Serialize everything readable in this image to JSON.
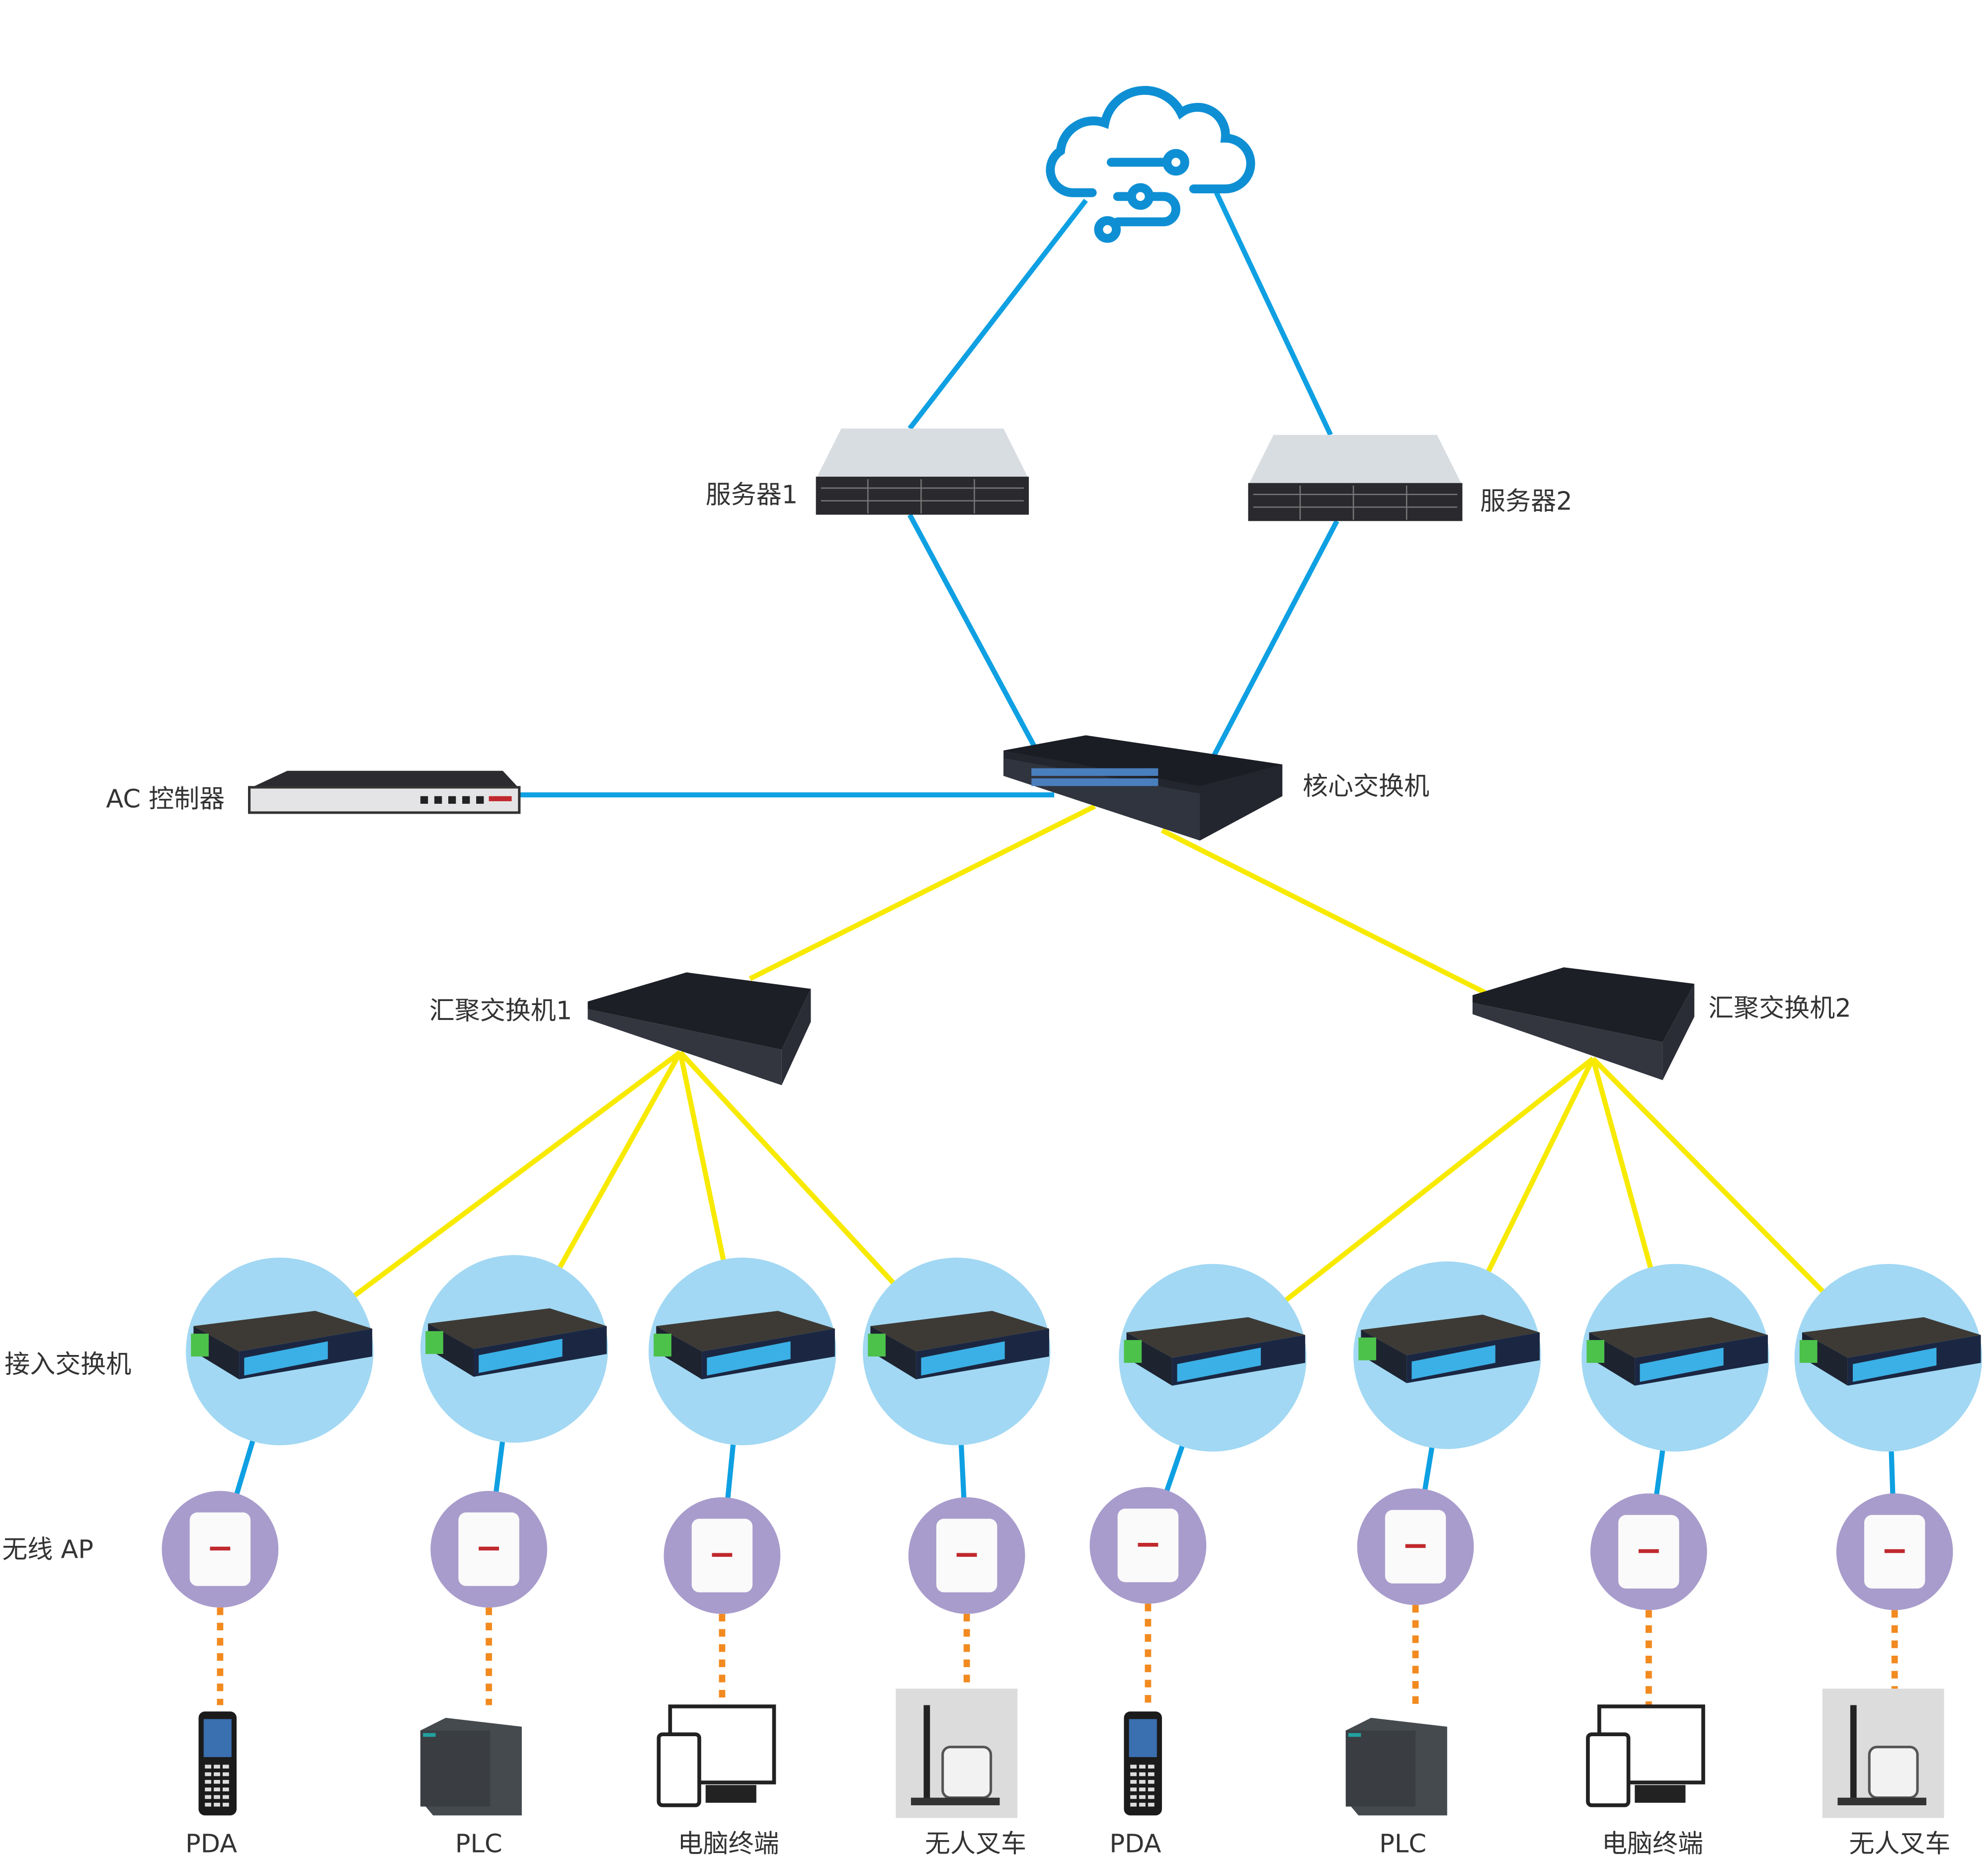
{
  "colors": {
    "uplink": "#0ea0e2",
    "aggregation_link": "#f7ea00",
    "wireless_link": "#f28a1f",
    "access_circle": "#a2d8f3",
    "ap_circle": "#a89ccc"
  },
  "cloud": {
    "icon": "cloud-network-icon"
  },
  "servers": [
    {
      "label": "服务器1"
    },
    {
      "label": "服务器2"
    }
  ],
  "core_switch": {
    "label": "核心交换机"
  },
  "ac_controller": {
    "label": "AC 控制器"
  },
  "aggregation_switches": [
    {
      "label": "汇聚交换机1"
    },
    {
      "label": "汇聚交换机2"
    }
  ],
  "row_labels": {
    "access": "接入交换机",
    "ap": "无线 AP"
  },
  "terminals": [
    {
      "label": "PDA",
      "type": "pda"
    },
    {
      "label": "PLC",
      "type": "plc"
    },
    {
      "label": "电脑终端",
      "type": "computer"
    },
    {
      "label": "无人叉车",
      "type": "forklift"
    },
    {
      "label": "PDA",
      "type": "pda"
    },
    {
      "label": "PLC",
      "type": "plc"
    },
    {
      "label": "电脑终端",
      "type": "computer"
    },
    {
      "label": "无人叉车",
      "type": "forklift"
    }
  ]
}
